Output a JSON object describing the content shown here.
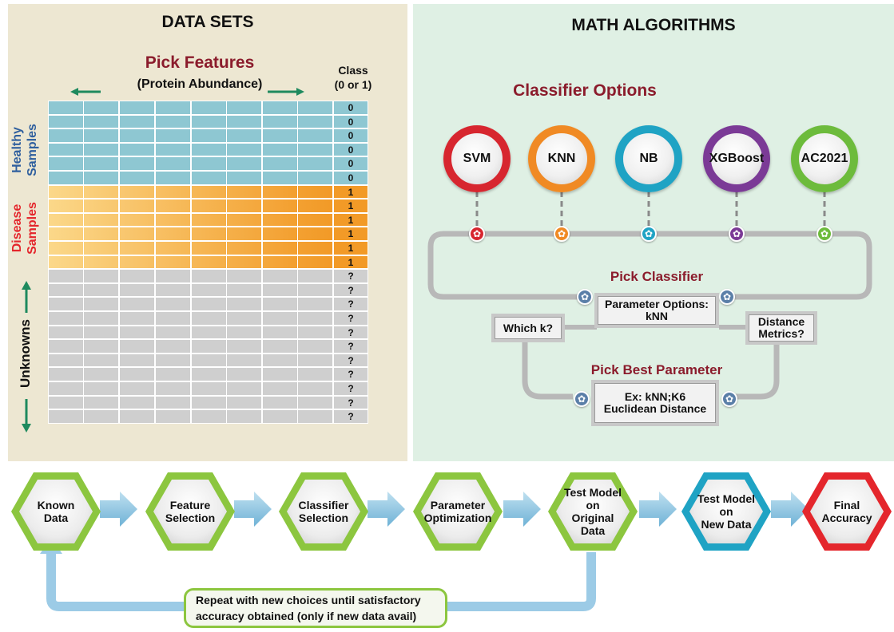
{
  "data_sets": {
    "title": "DATA SETS",
    "pick_features": "Pick Features",
    "protein_abundance": "(Protein Abundance)",
    "class_header_line1": "Class",
    "class_header_line2": "(0 or 1)",
    "healthy_line1": "Healthy",
    "healthy_line2": "Samples",
    "disease_line1": "Disease",
    "disease_line2": "Samples",
    "unknowns": "Unknowns",
    "healthy_classes": [
      "0",
      "0",
      "0",
      "0",
      "0",
      "0"
    ],
    "disease_classes": [
      "1",
      "1",
      "1",
      "1",
      "1",
      "1"
    ],
    "unknown_classes": [
      "?",
      "?",
      "?",
      "?",
      "?",
      "?",
      "?",
      "?",
      "?",
      "?",
      "?"
    ],
    "colors": {
      "healthy": "#8ec7d2",
      "disease_light": "#fbd88a",
      "disease_dark": "#f29a27",
      "unknown": "#cfcfcf"
    }
  },
  "math_algorithms": {
    "title": "MATH ALGORITHMS",
    "classifier_options": "Classifier Options",
    "classifiers": [
      {
        "label": "SVM",
        "color": "#d7262f"
      },
      {
        "label": "KNN",
        "color": "#f08a24"
      },
      {
        "label": "NB",
        "color": "#1fa3c4"
      },
      {
        "label": "XGBoost",
        "color": "#7b3a96"
      },
      {
        "label": "AC2021",
        "color": "#6dbb3c"
      }
    ],
    "pick_classifier": "Pick Classifier",
    "parameter_options_line1": "Parameter Options:",
    "parameter_options_line2": "kNN",
    "which_k": "Which k?",
    "distance_line1": "Distance",
    "distance_line2": "Metrics?",
    "pick_best_parameter": "Pick Best Parameter",
    "best_line1": "Ex: kNN;K6",
    "best_line2": "Euclidean Distance"
  },
  "workflow": {
    "steps": [
      {
        "line1": "Known",
        "line2": "Data",
        "line3": "",
        "line4": "",
        "color": "#8cc63f"
      },
      {
        "line1": "Feature",
        "line2": "Selection",
        "line3": "",
        "line4": "",
        "color": "#8cc63f"
      },
      {
        "line1": "Classifier",
        "line2": "Selection",
        "line3": "",
        "line4": "",
        "color": "#8cc63f"
      },
      {
        "line1": "Parameter",
        "line2": "Optimization",
        "line3": "",
        "line4": "",
        "color": "#8cc63f"
      },
      {
        "line1": "Test Model",
        "line2": "on",
        "line3": "Original",
        "line4": "Data",
        "color": "#8cc63f"
      },
      {
        "line1": "Test Model",
        "line2": "on",
        "line3": "New Data",
        "line4": "",
        "color": "#1fa3c4"
      },
      {
        "line1": "Final",
        "line2": "Accuracy",
        "line3": "",
        "line4": "",
        "color": "#e4262c"
      }
    ],
    "repeat_line1": "Repeat with new choices until satisfactory",
    "repeat_line2": "accuracy obtained (only if new data avail)"
  }
}
